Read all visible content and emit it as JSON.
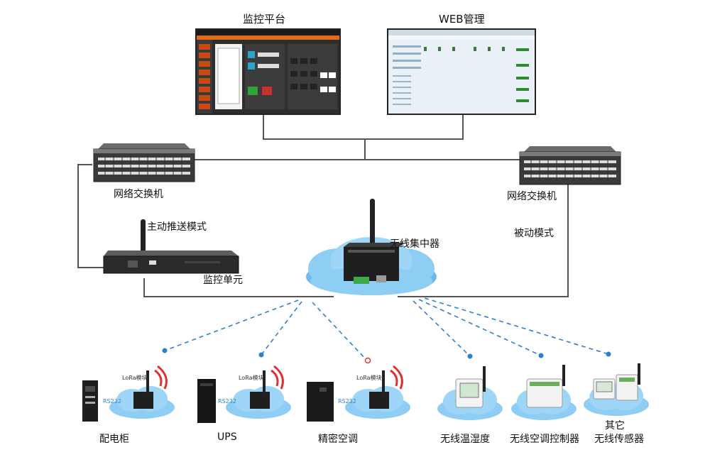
{
  "labels": {
    "monitor_platform": "监控平台",
    "web_mgmt": "WEB管理",
    "switch_left": "网络交换机",
    "switch_right": "网络交换机",
    "active_push_mode": "主动推送模式",
    "monitor_unit": "监控单元",
    "wireless_concentrator": "无线集中器",
    "passive_mode": "被动模式",
    "lora_module_1": "LoRa模块",
    "lora_module_2": "LoRa模块",
    "lora_module_3": "LoRa模块",
    "rs232_1": "RS232",
    "rs232_2": "RS232",
    "rs232_3": "RS232",
    "dist_cabinet": "配电柜",
    "ups": "UPS",
    "precision_ac": "精密空调",
    "wireless_temp_humidity": "无线温湿度",
    "wireless_ac_controller": "无线空调控制器",
    "other_line1": "其它",
    "other_line2": "无线传感器"
  },
  "colors": {
    "line": "#555555",
    "dashed_link": "#2f7fd1",
    "cloud_fill": "#8ecdf4",
    "cloud_edge": "#4aa5e6",
    "signal": "#e23030",
    "dot": "#2f7fd1"
  }
}
